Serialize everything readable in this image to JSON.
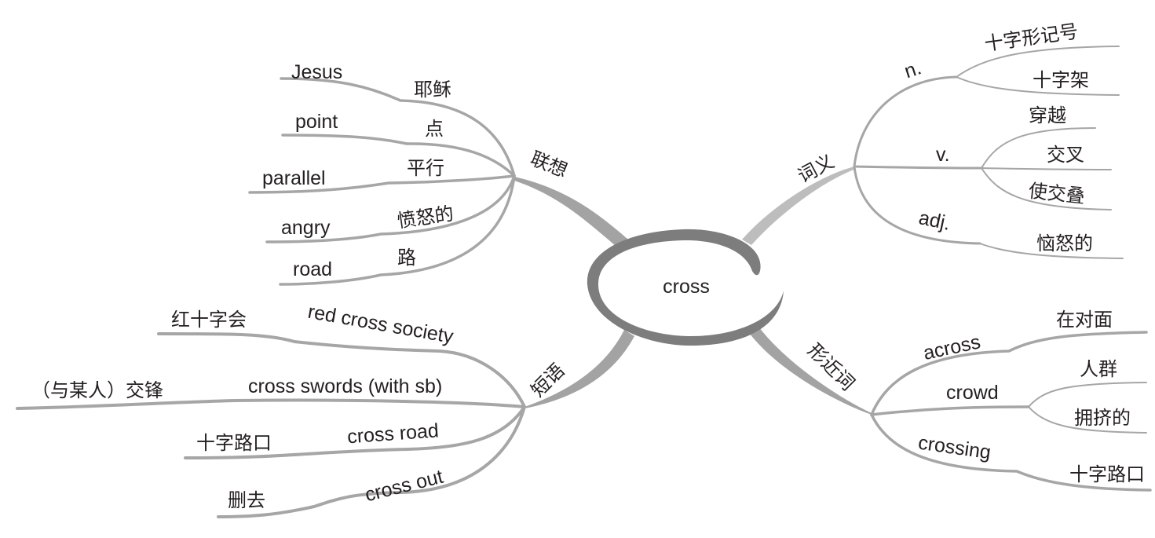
{
  "center": {
    "label": "cross"
  },
  "colors": {
    "branch": "#a6a6a6",
    "trunk": "#9a9a9a",
    "ring": "#7a7a7a",
    "text": "#231f20",
    "background": "#ffffff"
  },
  "branches": {
    "association": {
      "label": "联想",
      "items": [
        {
          "zh": "耶稣",
          "en": "Jesus"
        },
        {
          "zh": "点",
          "en": "point"
        },
        {
          "zh": "平行",
          "en": "parallel"
        },
        {
          "zh": "愤怒的",
          "en": "angry"
        },
        {
          "zh": "路",
          "en": "road"
        }
      ]
    },
    "meaning": {
      "label": "词义",
      "items": [
        {
          "pos": "n.",
          "senses": [
            "十字形记号",
            "十字架"
          ]
        },
        {
          "pos": "v.",
          "senses": [
            "穿越",
            "交叉",
            "使交叠"
          ]
        },
        {
          "pos": "adj.",
          "senses": [
            "恼怒的"
          ]
        }
      ]
    },
    "phrases": {
      "label": "短语",
      "items": [
        {
          "en": "red cross society",
          "zh": "红十字会"
        },
        {
          "en": "cross swords (with sb)",
          "zh": "（与某人）交锋"
        },
        {
          "en": "cross road",
          "zh": "十字路口"
        },
        {
          "en": "cross out",
          "zh": "删去"
        }
      ]
    },
    "similar": {
      "label": "形近词",
      "items": [
        {
          "en": "across",
          "senses": [
            "在对面"
          ]
        },
        {
          "en": "crowd",
          "senses": [
            "人群",
            "拥挤的"
          ]
        },
        {
          "en": "crossing",
          "senses": [
            "十字路口"
          ]
        }
      ]
    }
  }
}
